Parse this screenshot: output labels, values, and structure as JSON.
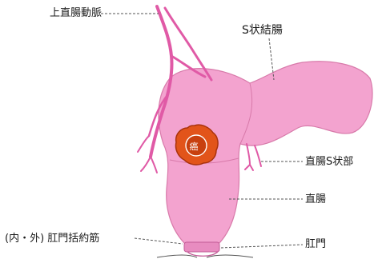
{
  "labels": {
    "superior_rectal_artery": "上直腸動脈",
    "sigmoid_colon": "S状結腸",
    "rectosigmoid": "直腸S状部",
    "rectum": "直腸",
    "anal_sphincter": "(内・外) 肛門括約筋",
    "anus": "肛門",
    "cancer": "癌"
  },
  "colors": {
    "bowel": "#f3a3cf",
    "bowel_outline": "#d87aaa",
    "vessel": "#e05aa6",
    "tumor": "#e2541a",
    "tumor_outline": "#a8320c",
    "leader": "#555555"
  }
}
